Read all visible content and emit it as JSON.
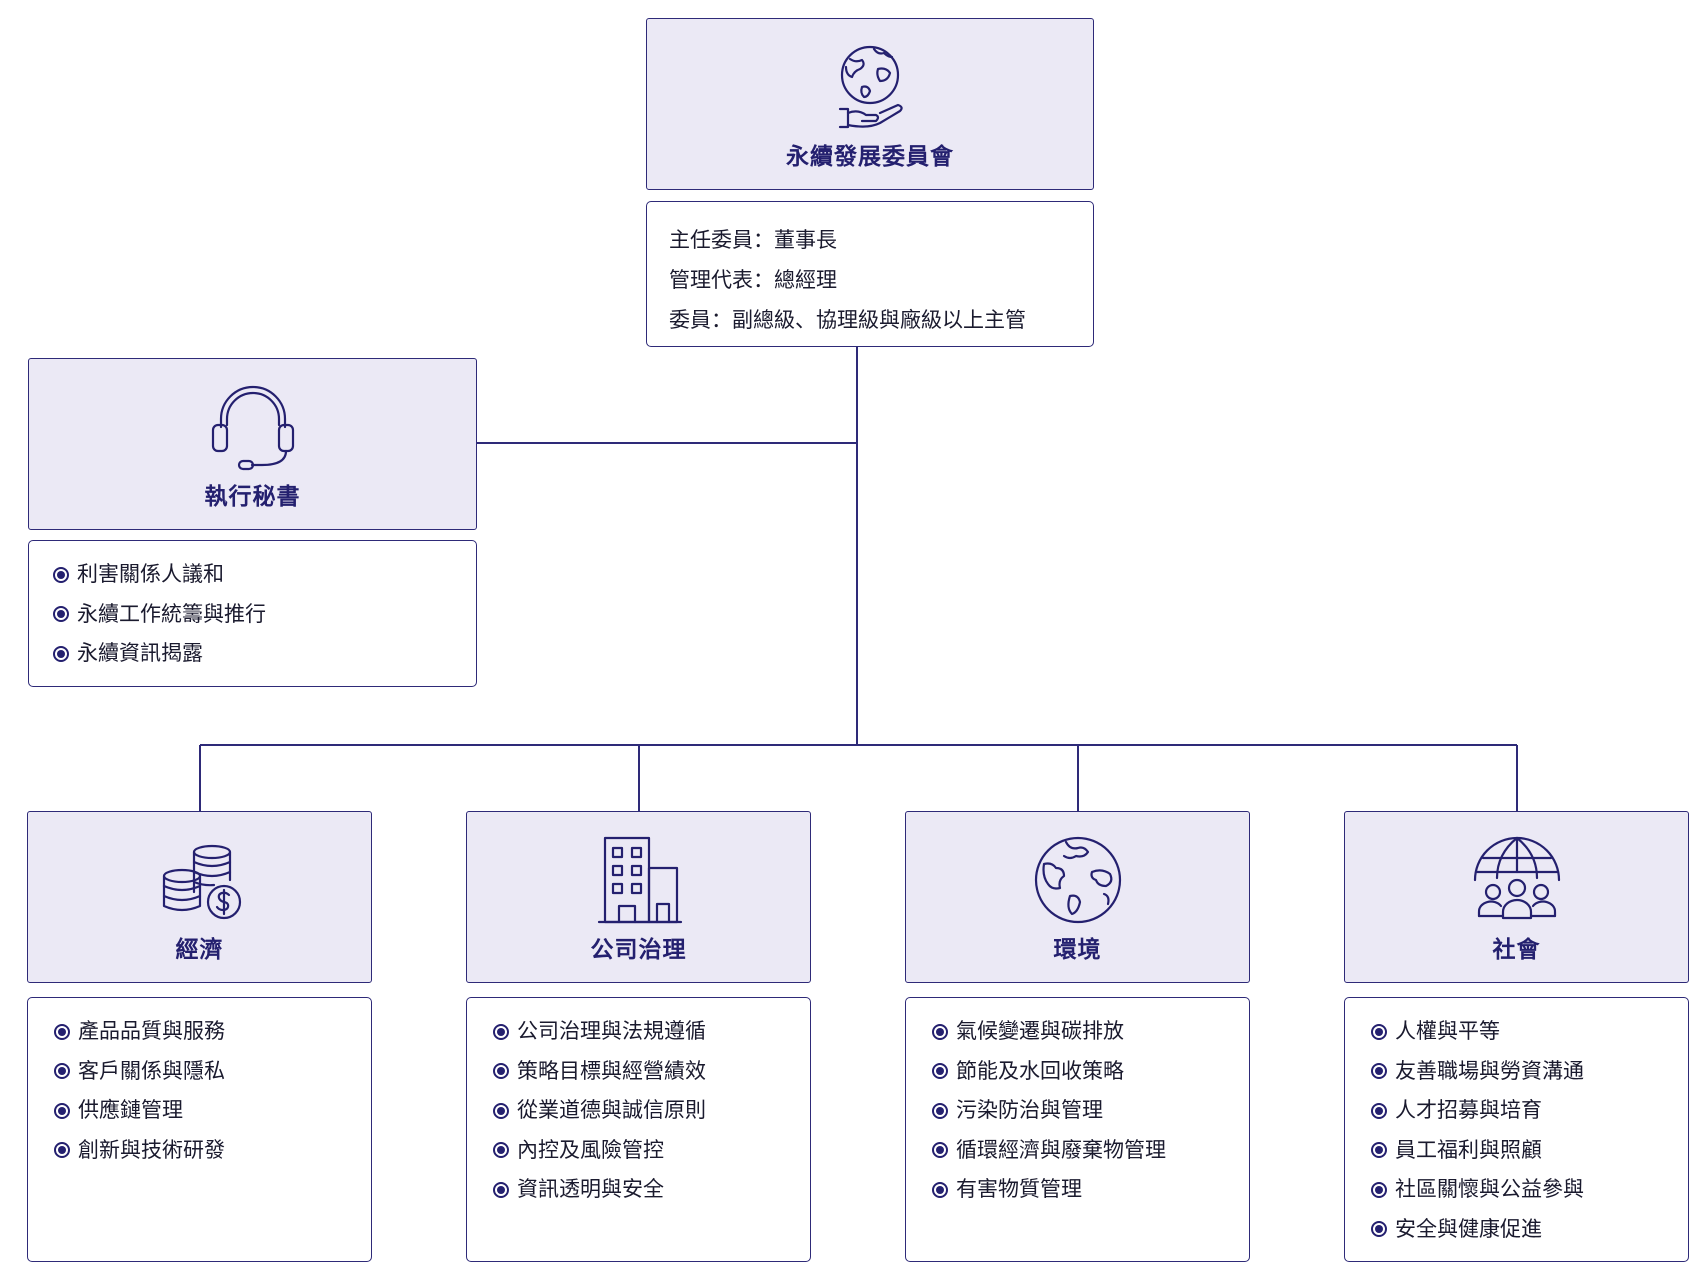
{
  "committee": {
    "title": "永續發展委員會",
    "icon": "globe-hand-icon",
    "lines": [
      "主任委員：董事長",
      "管理代表：總經理",
      "委員：副總級、協理級與廠級以上主管"
    ]
  },
  "secretary": {
    "title": "執行秘書",
    "icon": "headset-icon",
    "items": [
      "利害關係人議和",
      "永續工作統籌與推行",
      "永續資訊揭露"
    ]
  },
  "pillars": [
    {
      "title": "經濟",
      "icon": "coin-stack-icon",
      "items": [
        "產品品質與服務",
        "客戶關係與隱私",
        "供應鏈管理",
        "創新與技術研發"
      ]
    },
    {
      "title": "公司治理",
      "icon": "office-building-icon",
      "items": [
        "公司治理與法規遵循",
        "策略目標與經營績效",
        "從業道德與誠信原則",
        "內控及風險管控",
        "資訊透明與安全"
      ]
    },
    {
      "title": "環境",
      "icon": "earth-icon",
      "items": [
        "氣候變遷與碳排放",
        "節能及水回收策略",
        "污染防治與管理",
        "循環經濟與廢棄物管理",
        "有害物質管理"
      ]
    },
    {
      "title": "社會",
      "icon": "globe-people-icon",
      "items": [
        "人權與平等",
        "友善職場與勞資溝通",
        "人才招募與培育",
        "員工福利與照顧",
        "社區關懷與公益參與",
        "安全與健康促進"
      ]
    }
  ],
  "colors": {
    "accent": "#24206f",
    "header_fill": "#ebe9f5",
    "border": "#2e2a78"
  }
}
